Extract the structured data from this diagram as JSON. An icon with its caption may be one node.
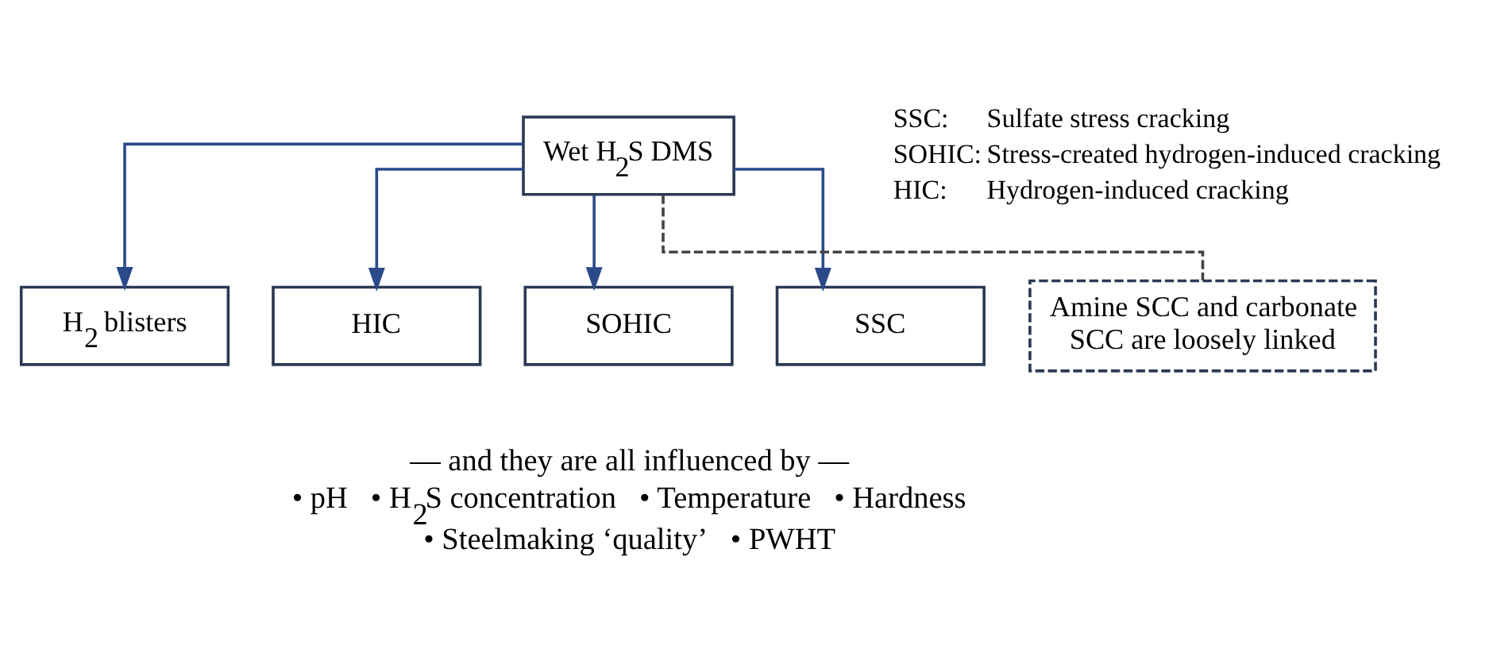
{
  "diagram": {
    "nodes": [
      {
        "text": [
          "Wet H$_{2}$S DMS"
        ]
      },
      {
        "text": [
          "H$_{2}$ blisters"
        ]
      },
      {
        "text": [
          "HIC"
        ]
      },
      {
        "text": [
          "SOHIC"
        ]
      },
      {
        "text": [
          "SSC"
        ]
      },
      {
        "text": [
          "Amine SCC and carbonate SCC are loosely linked"
        ]
      }
    ],
    "edges": [
      {
        "from": 0,
        "to": 1,
        "arrow": "to",
        "color": "#2b4a8a"
      },
      {
        "from": 0,
        "to": 2,
        "arrow": "to",
        "color": "#2b4a8a"
      },
      {
        "from": 0,
        "to": 3,
        "arrow": "to",
        "color": "#2b4a8a"
      },
      {
        "from": 0,
        "to": 4,
        "arrow": "to",
        "color": "#2b4a8a"
      },
      {
        "from": 0,
        "to": 5,
        "arrow": "none",
        "style": "dashed",
        "color": "#444444"
      }
    ],
    "labels": [
      "SSC:",
      "Sulfate stress cracking",
      "SOHIC:",
      "Stress-created hydrogen-induced cracking",
      "HIC:",
      "Hydrogen-induced cracking",
      "— and they are all influenced by —",
      "• pH",
      "• H$_{2}$S concentration",
      "• Temperature",
      "• Hardness",
      "• Steelmaking ‘quality’",
      "• PWHT"
    ]
  }
}
